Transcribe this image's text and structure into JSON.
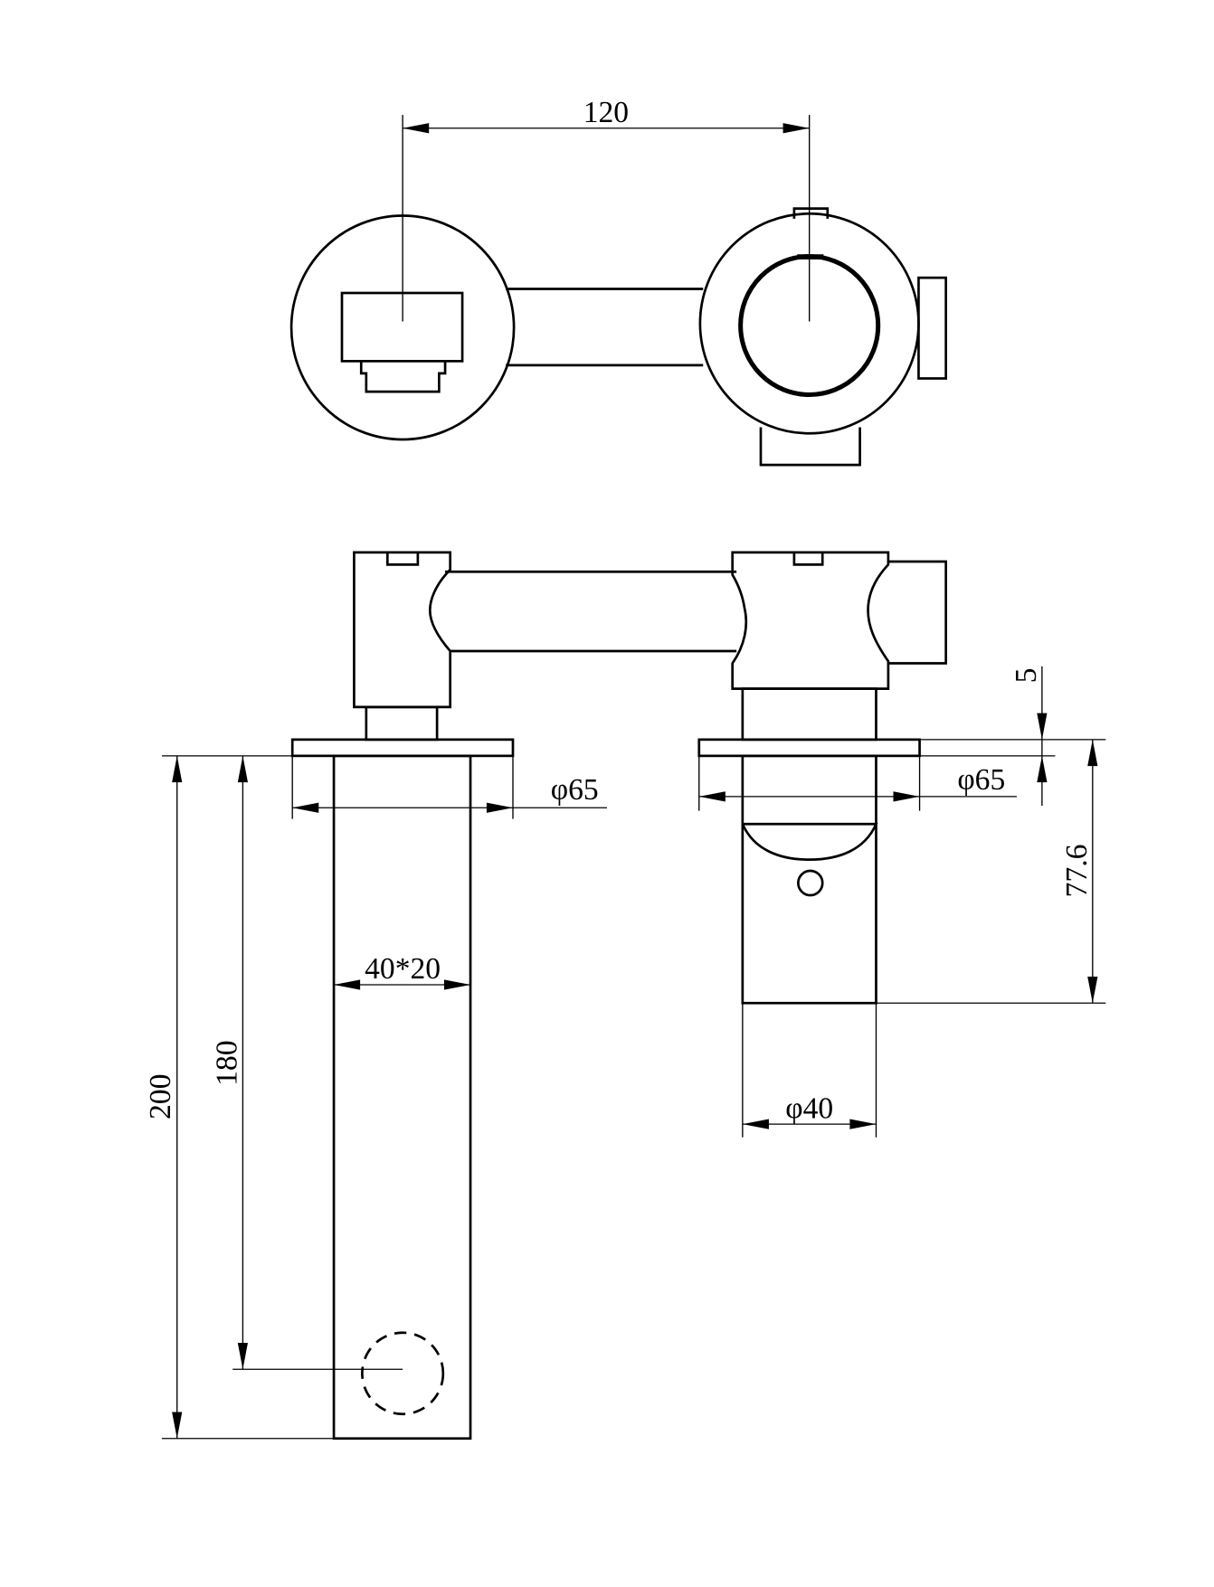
{
  "drawing": {
    "title": "Wall-mounted basin mixer technical drawing",
    "dimensions": {
      "center_distance": "120",
      "overall_height": "200",
      "spout_height": "180",
      "spout_section": "40*20",
      "plate_diameter_left": "φ65",
      "plate_diameter_right": "φ65",
      "plate_thickness": "5",
      "handle_height": "77.6",
      "handle_diameter": "φ40"
    }
  }
}
